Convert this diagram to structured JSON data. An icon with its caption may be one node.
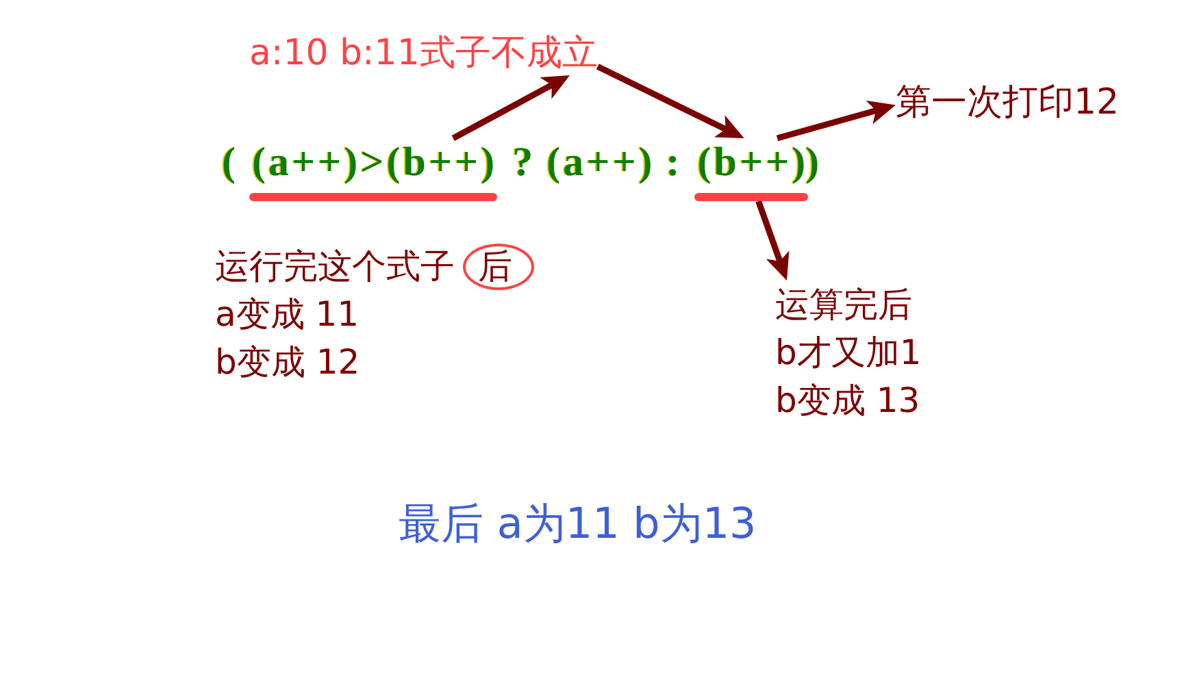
{
  "diagram": {
    "nodes": [
      {
        "text": [
          "a:10 b:11式子不成立"
        ]
      },
      {
        "text": [
          "第一次打印12"
        ]
      },
      {
        "text": [
          "(a++)>(b++)"
        ]
      },
      {
        "text": [
          "(b++)"
        ]
      },
      {
        "text": [
          "运算完后",
          "b才又加1",
          "b变成 13"
        ]
      }
    ],
    "edges": [
      {
        "from": 2,
        "to": 0,
        "arrow": "to"
      },
      {
        "from": 0,
        "to": 3,
        "arrow": "to"
      },
      {
        "from": 3,
        "to": 1,
        "arrow": "to"
      },
      {
        "from": 3,
        "to": 4,
        "arrow": "to"
      }
    ],
    "labels": [
      "(",
      "?",
      "(a++)",
      ":",
      ")",
      "运行完这个式子后",
      "a变成 11",
      "b变成 12",
      "最后 a为11 b为13"
    ]
  }
}
